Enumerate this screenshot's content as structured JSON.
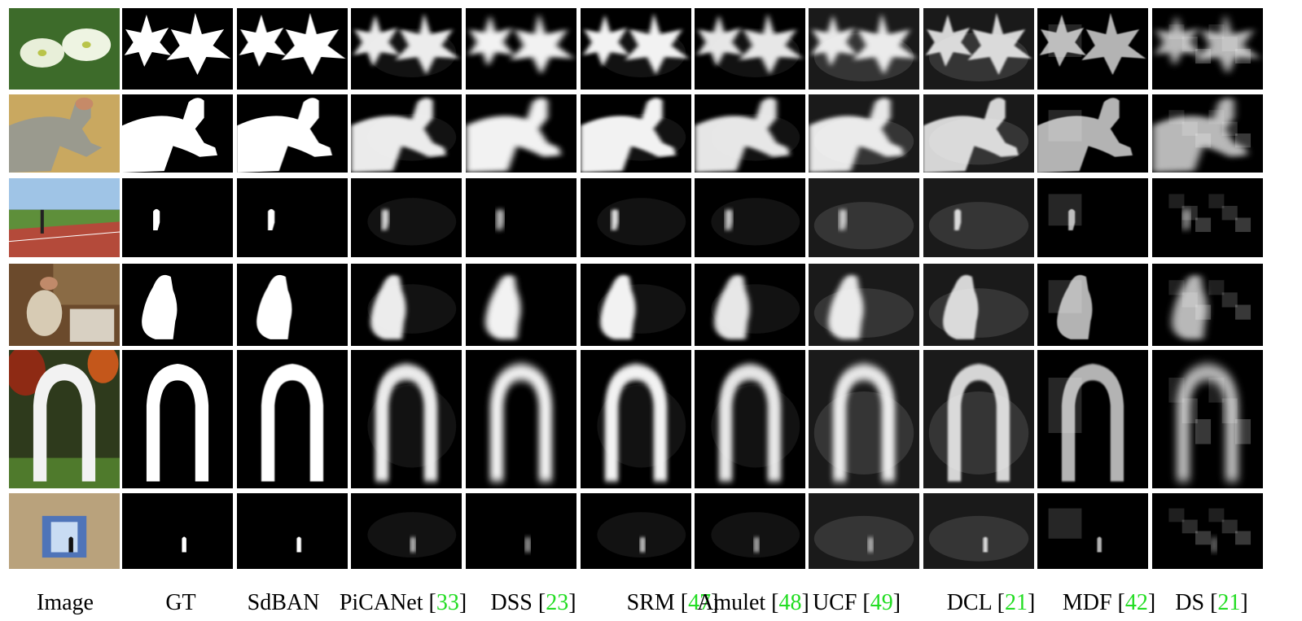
{
  "columns": [
    {
      "key": "image",
      "name": "Image",
      "ref": ""
    },
    {
      "key": "gt",
      "name": "GT",
      "ref": ""
    },
    {
      "key": "sdban",
      "name": "SdBAN",
      "ref": ""
    },
    {
      "key": "picanet",
      "name": "PiCANet",
      "ref": "33"
    },
    {
      "key": "dss",
      "name": "DSS",
      "ref": "23"
    },
    {
      "key": "srm",
      "name": "SRM",
      "ref": "47"
    },
    {
      "key": "amulet",
      "name": "Amulet",
      "ref": "48"
    },
    {
      "key": "ucf",
      "name": "UCF",
      "ref": "49"
    },
    {
      "key": "dcl",
      "name": "DCL",
      "ref": "21"
    },
    {
      "key": "mdf",
      "name": "MDF",
      "ref": "42"
    },
    {
      "key": "ds",
      "name": "DS",
      "ref": "21"
    }
  ],
  "rows": [
    {
      "key": "flowers"
    },
    {
      "key": "man-wheat"
    },
    {
      "key": "cyclist"
    },
    {
      "key": "crouching-man"
    },
    {
      "key": "garden-arch"
    },
    {
      "key": "corridor"
    }
  ],
  "colors": {
    "reference": "#22dd22",
    "caption": "#000000",
    "background": "#ffffff"
  }
}
